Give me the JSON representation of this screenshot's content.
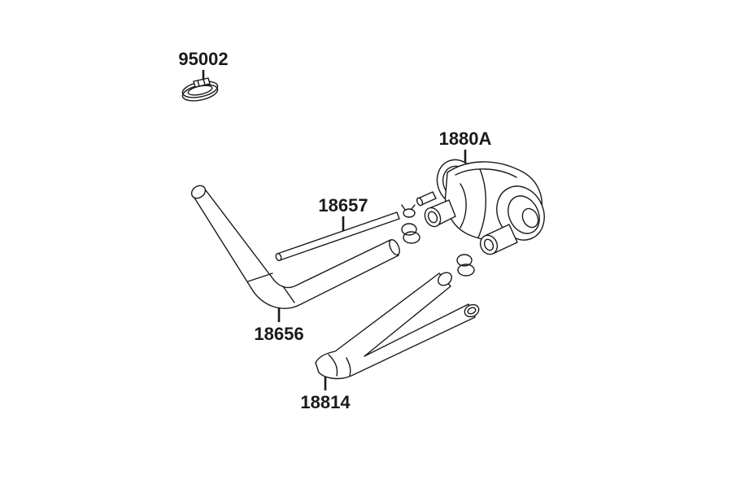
{
  "diagram": {
    "parts": [
      {
        "id": "95002",
        "name": "hose-clamp"
      },
      {
        "id": "1880A",
        "name": "air-switching-valve"
      },
      {
        "id": "18657",
        "name": "vacuum-tube"
      },
      {
        "id": "18656",
        "name": "air-hose"
      },
      {
        "id": "18814",
        "name": "y-hose"
      }
    ]
  }
}
